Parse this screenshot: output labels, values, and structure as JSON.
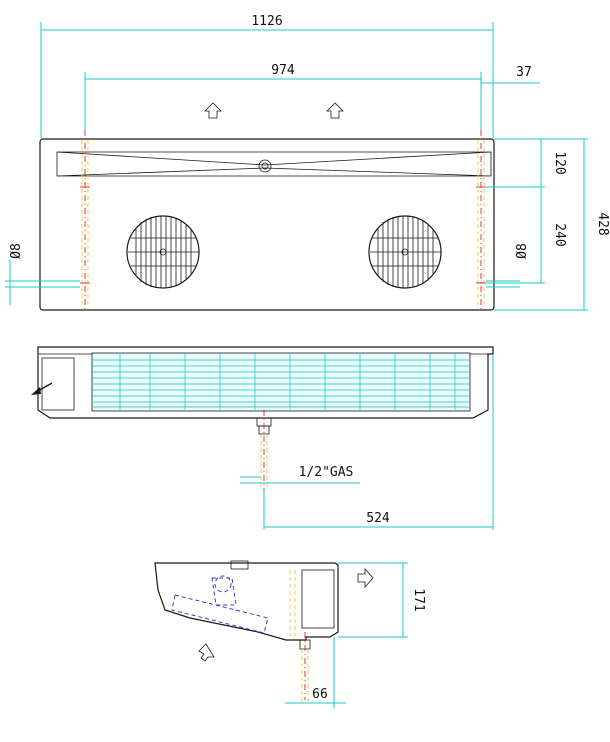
{
  "drawing": {
    "colors": {
      "dimension": "#19c9c9",
      "outline": "#1a1a1a",
      "centerline": "#e23a3a",
      "hidden_yellow": "#e8d24a",
      "hidden_blue": "#3b3bd6"
    },
    "dimensions": {
      "overall_width": "1126",
      "fixing_spacing": "974",
      "edge_offset": "37",
      "top_offset": "120",
      "fixing_depth": "240",
      "overall_depth": "428",
      "hole_diameter": "Ø8",
      "connection_size": "1/2\"GAS",
      "connection_position": "524",
      "height": "171",
      "connection_offset": "66"
    },
    "icons": [
      "arrow-up-icon",
      "arrow-right-icon",
      "arrow-diag-icon",
      "fan-icon"
    ]
  }
}
